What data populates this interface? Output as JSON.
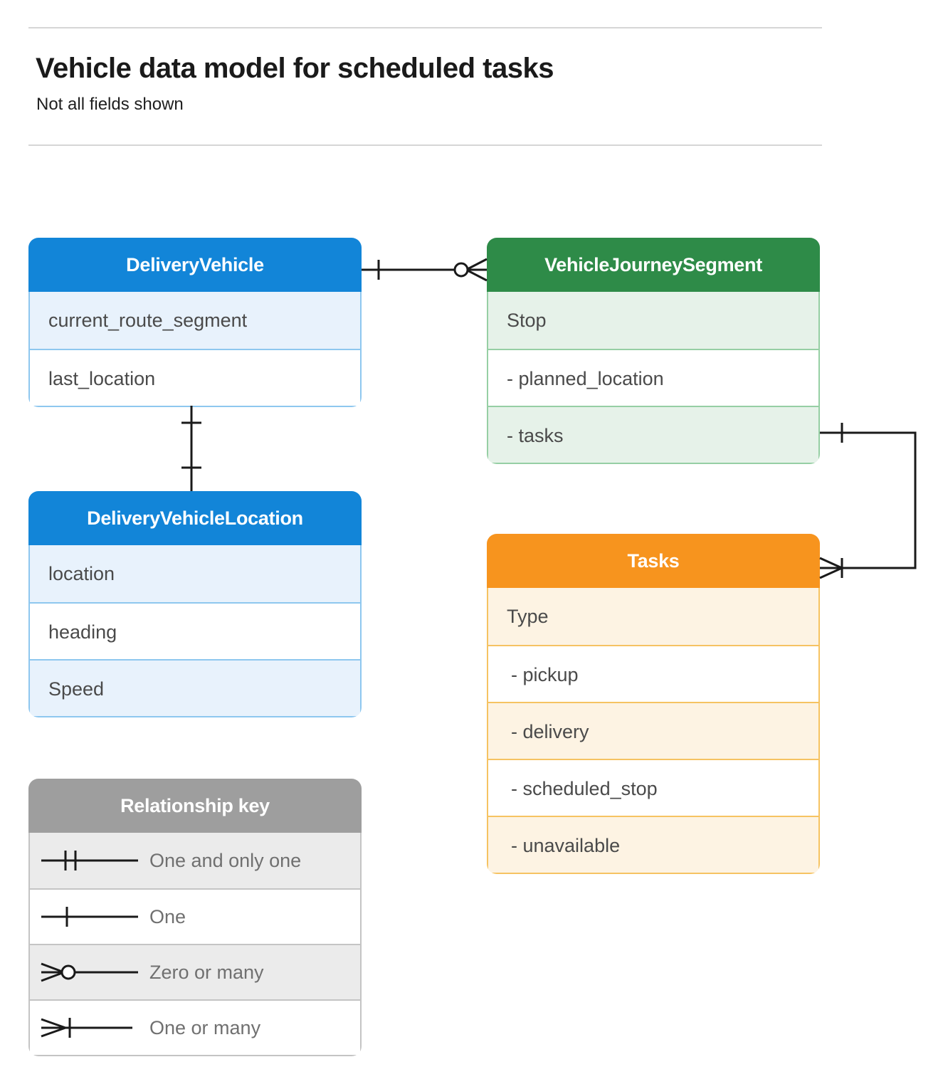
{
  "header": {
    "title": "Vehicle data model for scheduled tasks",
    "subtitle": "Not all fields shown"
  },
  "colors": {
    "blue_header": "#1285d8",
    "blue_row": "#e8f2fc",
    "blue_border": "#8ec7ef",
    "green_header": "#2e8b48",
    "green_row": "#e6f2e9",
    "green_border": "#96cfa4",
    "orange_header": "#f7941e",
    "orange_row": "#fdf3e3",
    "orange_border": "#f6c362",
    "gray_header": "#9e9e9e",
    "gray_row": "#ebebeb",
    "gray_border": "#c4c4c4",
    "connector": "#1a1a1a",
    "text": "#4a4a4a",
    "rule": "#d6d6d6"
  },
  "entities": {
    "delivery_vehicle": {
      "title": "DeliveryVehicle",
      "rows": [
        {
          "label": "current_route_segment"
        },
        {
          "label": "last_location"
        }
      ]
    },
    "delivery_vehicle_location": {
      "title": "DeliveryVehicleLocation",
      "rows": [
        {
          "label": "location"
        },
        {
          "label": "heading"
        },
        {
          "label": "Speed"
        }
      ]
    },
    "vehicle_journey_segment": {
      "title": "VehicleJourneySegment",
      "rows": [
        {
          "label": "Stop"
        },
        {
          "label": "-  planned_location"
        },
        {
          "label": "- tasks"
        }
      ]
    },
    "tasks": {
      "title": "Tasks",
      "rows": [
        {
          "label": "Type"
        },
        {
          "label": "-  pickup"
        },
        {
          "label": "-  delivery"
        },
        {
          "label": "-  scheduled_stop"
        },
        {
          "label": "-  unavailable"
        }
      ]
    }
  },
  "legend": {
    "title": "Relationship key",
    "items": [
      {
        "label": "One and only one",
        "symbol": "one-and-only-one-symbol"
      },
      {
        "label": "One",
        "symbol": "one-symbol"
      },
      {
        "label": "Zero or many",
        "symbol": "zero-or-many-symbol"
      },
      {
        "label": "One or many",
        "symbol": "one-or-many-symbol"
      }
    ]
  },
  "relationships": [
    {
      "name": "delivery-vehicle-to-vehicle-journey-segment",
      "from": "DeliveryVehicle",
      "to": "VehicleJourneySegment",
      "from_cardinality": "One",
      "to_cardinality": "Zero or many"
    },
    {
      "name": "delivery-vehicle-to-delivery-vehicle-location",
      "from": "DeliveryVehicle",
      "to": "DeliveryVehicleLocation",
      "from_cardinality": "One",
      "to_cardinality": "One"
    },
    {
      "name": "vehicle-journey-segment-tasks-to-tasks",
      "from": "VehicleJourneySegment",
      "to": "Tasks",
      "from_cardinality": "One",
      "to_cardinality": "One or many"
    }
  ]
}
